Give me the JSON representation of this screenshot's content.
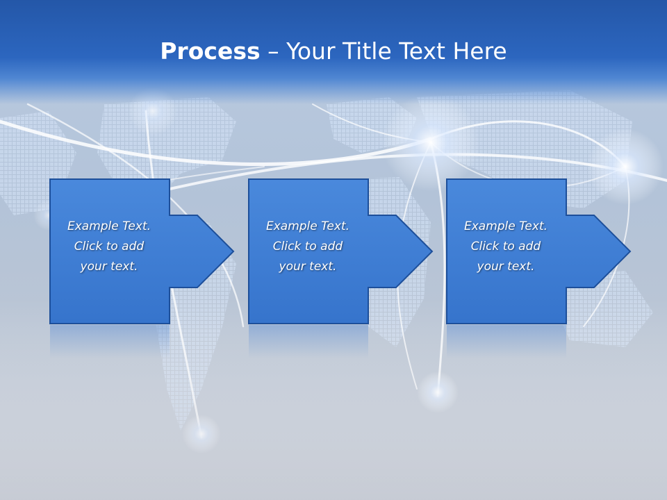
{
  "slide": {
    "title_bold": "Process",
    "title_rest": " – Your Title Text Here"
  },
  "steps": [
    {
      "line1": "Example Text.",
      "line2": "Click  to add",
      "line3": "your text."
    },
    {
      "line1": "Example Text.",
      "line2": "Click  to add",
      "line3": "your text."
    },
    {
      "line1": "Example Text.",
      "line2": "Click  to add",
      "line3": "your text."
    }
  ],
  "colors": {
    "header_blue": "#2c66bf",
    "shape_fill": "#3f7fd6",
    "shape_border": "#1d4f9a",
    "text": "#ffffff"
  },
  "icons": [
    "world-map-background",
    "arrow-right-icon"
  ]
}
